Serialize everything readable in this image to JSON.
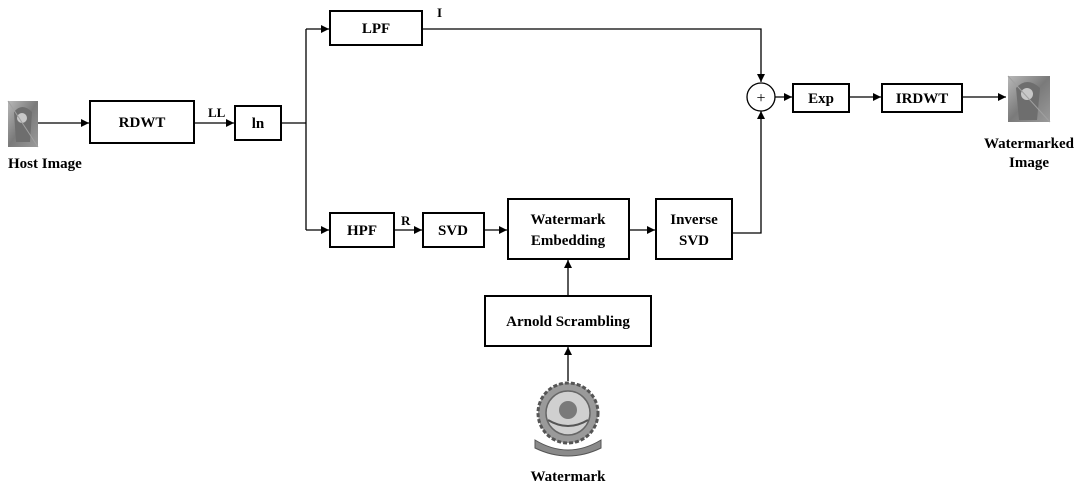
{
  "blocks": {
    "rdwt": "RDWT",
    "ln": "ln",
    "lpf": "LPF",
    "hpf": "HPF",
    "svd": "SVD",
    "embed_line1": "Watermark",
    "embed_line2": "Embedding",
    "inverse_line1": "Inverse",
    "inverse_line2": "SVD",
    "arnold": "Arnold Scrambling",
    "exp": "Exp",
    "irdwt": "IRDWT",
    "sum_symbol": "+"
  },
  "signals": {
    "ll": "LL",
    "i": "I",
    "r": "R"
  },
  "captions": {
    "host": "Host Image",
    "watermarked_line1": "Watermarked",
    "watermarked_line2": "Image",
    "watermark": "Watermark"
  },
  "colors": {
    "stroke": "#000000",
    "background": "#ffffff",
    "image_gray": "#8a8a8a"
  },
  "icons": {
    "host_image": "lena-thumbnail-icon",
    "watermarked_image": "lena-thumbnail-icon",
    "watermark_logo": "institute-seal-logo-icon"
  }
}
